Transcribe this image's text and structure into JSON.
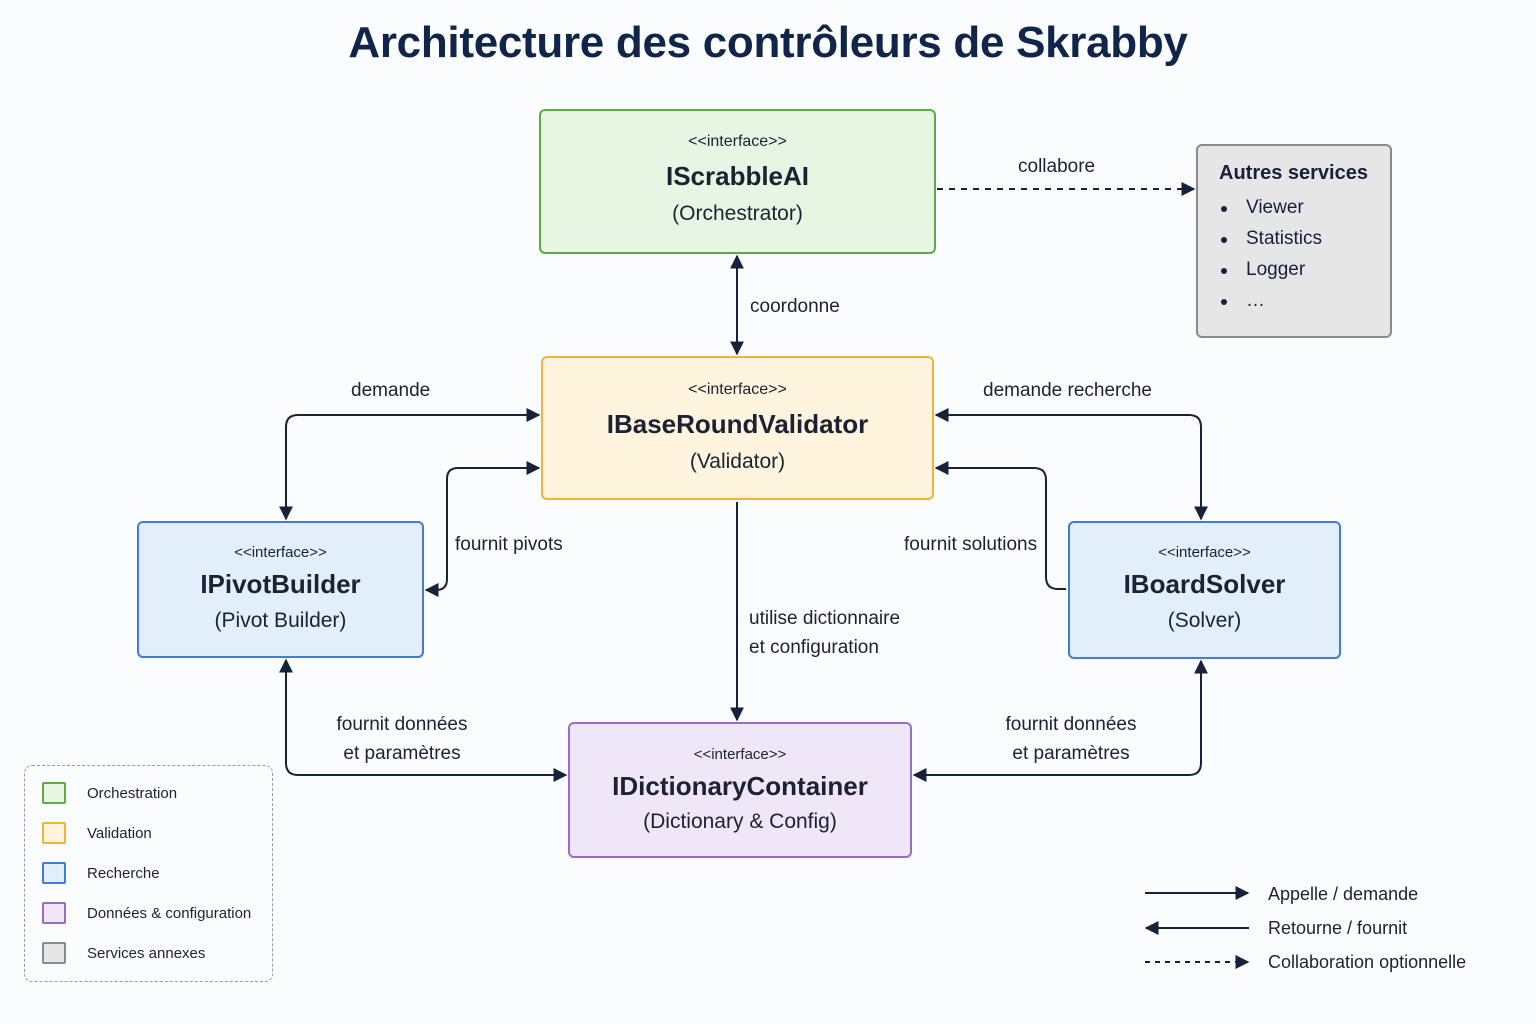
{
  "title": "Architecture des contrôleurs de Skrabby",
  "boxes": {
    "orchestrator": {
      "stereotype": "<<interface>>",
      "name": "IScrabbleAI",
      "role": "(Orchestrator)"
    },
    "validator": {
      "stereotype": "<<interface>>",
      "name": "IBaseRoundValidator",
      "role": "(Validator)"
    },
    "pivot": {
      "stereotype": "<<interface>>",
      "name": "IPivotBuilder",
      "role": "(Pivot Builder)"
    },
    "solver": {
      "stereotype": "<<interface>>",
      "name": "IBoardSolver",
      "role": "(Solver)"
    },
    "dictionary": {
      "stereotype": "<<interface>>",
      "name": "IDictionaryContainer",
      "role": "(Dictionary & Config)"
    }
  },
  "other_services": {
    "heading": "Autres services",
    "items": [
      "Viewer",
      "Statistics",
      "Logger",
      "…"
    ]
  },
  "edge_labels": {
    "collabore": "collabore",
    "coordonne": "coordonne",
    "demande": "demande",
    "demande_recherche": "demande recherche",
    "fournit_pivots": "fournit pivots",
    "fournit_solutions": "fournit solutions",
    "utilise_line1": "utilise dictionnaire",
    "utilise_line2": "et configuration",
    "donnees_left_line1": "fournit données",
    "donnees_left_line2": "et paramètres",
    "donnees_right_line1": "fournit données",
    "donnees_right_line2": "et paramètres"
  },
  "legend": [
    {
      "label": "Orchestration",
      "fill": "#e7f6e3",
      "border": "#5cab44"
    },
    {
      "label": "Validation",
      "fill": "#fff4dd",
      "border": "#f2b338"
    },
    {
      "label": "Recherche",
      "fill": "#e3eefb",
      "border": "#3f7dd8"
    },
    {
      "label": "Données & configuration",
      "fill": "#efe6f7",
      "border": "#9b6cc6"
    },
    {
      "label": "Services annexes",
      "fill": "#e6e6e6",
      "border": "#8a8a8a"
    }
  ],
  "arrow_legend": {
    "calls": "Appelle / demande",
    "returns": "Retourne / fournit",
    "optional": "Collaboration optionnelle"
  },
  "colors": {
    "line": "#16213a",
    "title": "#10254a"
  }
}
